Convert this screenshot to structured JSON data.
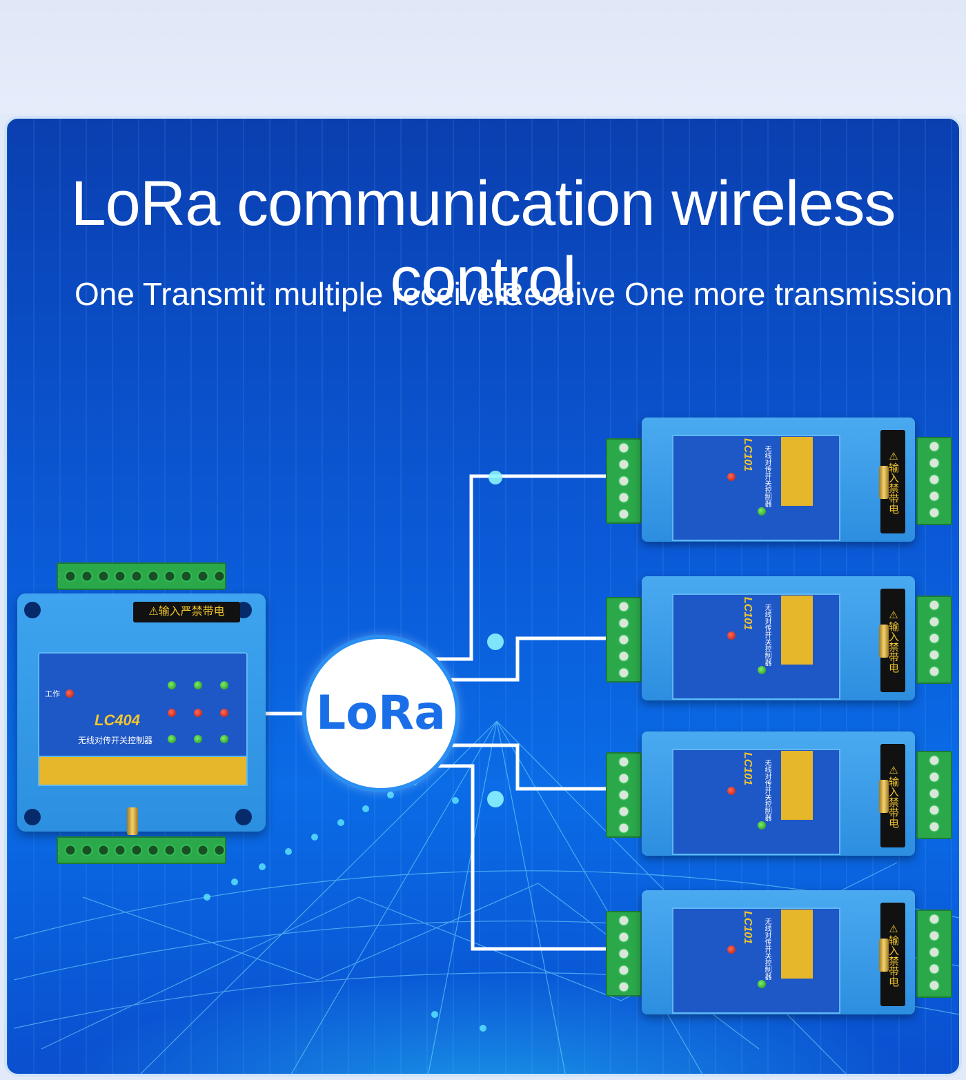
{
  "header": {
    "title": "LoRa communication wireless control",
    "subtitle_left": "One Transmit multiple receivers",
    "subtitle_right": "Receive One more transmission"
  },
  "badge": {
    "label": "LoRa"
  },
  "transmitter": {
    "model": "LC404",
    "name_cn": "无线对传开关控制器",
    "warning_cn": "⚠输入严禁带电",
    "work_label_cn": "工作"
  },
  "receivers": [
    {
      "model": "LC101",
      "name_cn": "无线对传开关控制器",
      "warning_cn": "⚠输入禁带电"
    },
    {
      "model": "LC101",
      "name_cn": "无线对传开关控制器",
      "warning_cn": "⚠输入禁带电"
    },
    {
      "model": "LC101",
      "name_cn": "无线对传开关控制器",
      "warning_cn": "⚠输入禁带电"
    },
    {
      "model": "LC101",
      "name_cn": "无线对传开关控制器",
      "warning_cn": "⚠输入禁带电"
    }
  ],
  "colors": {
    "panel_blue": "#0b5ad8",
    "badge_text": "#1a6fe8",
    "label_yellow": "#f3c62d",
    "terminal_green": "#2ba84a"
  }
}
